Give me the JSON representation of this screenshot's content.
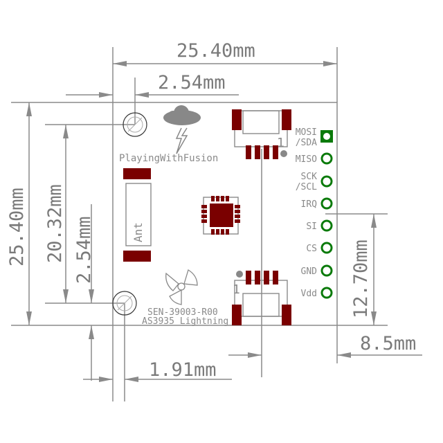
{
  "dimensions": {
    "board_width": "25.40mm",
    "hole_offset_x": "2.54mm",
    "board_height": "25.40mm",
    "hole_spacing": "20.32mm",
    "hole_offset_y": "2.54mm",
    "hole_bottom_offset_x": "1.91mm",
    "header_offset_y": "12.70mm",
    "connector_offset_x": "8.5mm"
  },
  "silkscreen": {
    "brand": "PlayingWithFusion",
    "antenna": "Ant",
    "part_number": "SEN-39003-R00",
    "product": "AS3935 Lightning",
    "pin1_top": "1",
    "pin1_bottom": "1"
  },
  "header_pins": [
    {
      "label": "MOSI",
      "label2": "/SDA"
    },
    {
      "label": "MISO"
    },
    {
      "label": "SCK",
      "label2": "/SCL"
    },
    {
      "label": "IRQ"
    },
    {
      "label": "SI"
    },
    {
      "label": "CS"
    },
    {
      "label": "GND"
    },
    {
      "label": "Vdd"
    }
  ],
  "colors": {
    "pad": "#7a0000",
    "pin": "#0a7a0a",
    "dim": "#8a8a8a"
  }
}
